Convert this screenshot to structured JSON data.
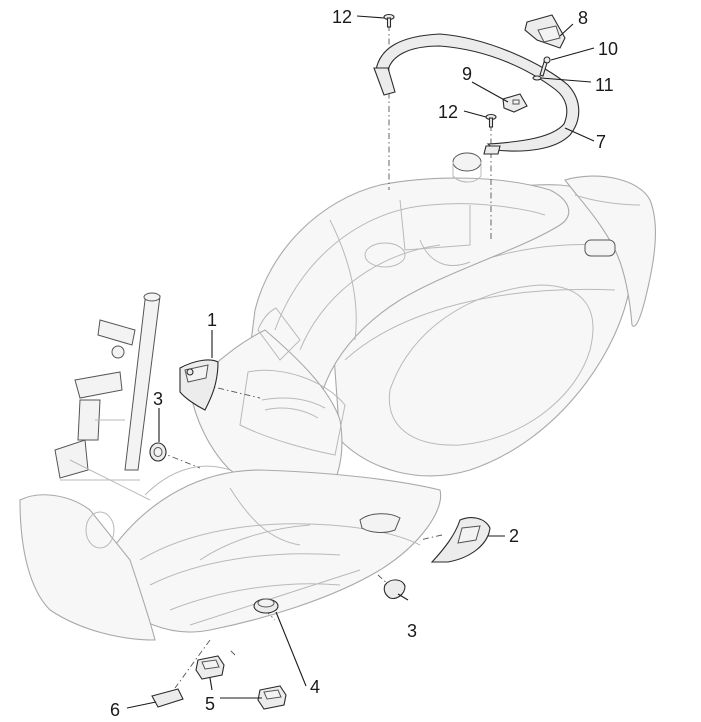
{
  "callouts": [
    {
      "id": "c1",
      "label": "1"
    },
    {
      "id": "c2",
      "label": "2"
    },
    {
      "id": "c3a",
      "label": "3"
    },
    {
      "id": "c3b",
      "label": "3"
    },
    {
      "id": "c4",
      "label": "4"
    },
    {
      "id": "c5",
      "label": "5"
    },
    {
      "id": "c6",
      "label": "6"
    },
    {
      "id": "c7",
      "label": "7"
    },
    {
      "id": "c8",
      "label": "8"
    },
    {
      "id": "c9",
      "label": "9"
    },
    {
      "id": "c10",
      "label": "10"
    },
    {
      "id": "c11",
      "label": "11"
    },
    {
      "id": "c12a",
      "label": "12"
    },
    {
      "id": "c12b",
      "label": "12"
    }
  ]
}
